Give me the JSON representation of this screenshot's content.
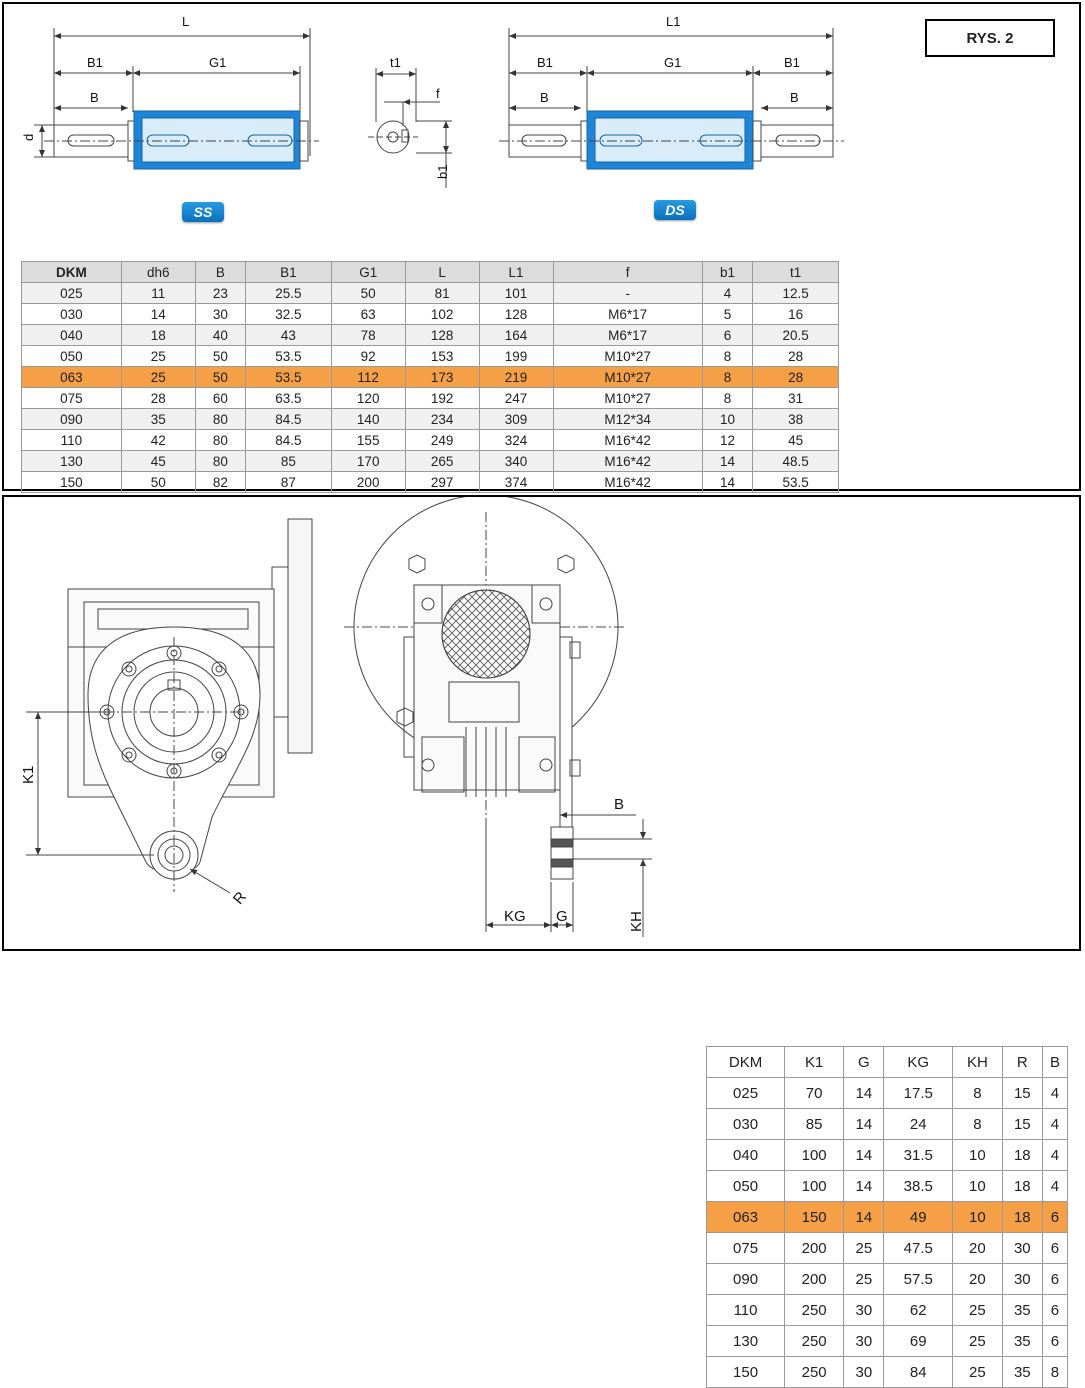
{
  "top": {
    "figure_label": "RYS. 2",
    "ss_badge": "SS",
    "ds_badge": "DS",
    "dims": {
      "L": "L",
      "B1": "B1",
      "G1": "G1",
      "B": "B",
      "d": "d",
      "t1": "t1",
      "f": "f",
      "b1": "b1",
      "L1": "L1"
    },
    "shaft_table": {
      "headers": [
        "DKM",
        "dh6",
        "B",
        "B1",
        "G1",
        "L",
        "L1",
        "f",
        "b1",
        "t1"
      ],
      "rows": [
        [
          "025",
          "11",
          "23",
          "25.5",
          "50",
          "81",
          "101",
          "-",
          "4",
          "12.5"
        ],
        [
          "030",
          "14",
          "30",
          "32.5",
          "63",
          "102",
          "128",
          "M6*17",
          "5",
          "16"
        ],
        [
          "040",
          "18",
          "40",
          "43",
          "78",
          "128",
          "164",
          "M6*17",
          "6",
          "20.5"
        ],
        [
          "050",
          "25",
          "50",
          "53.5",
          "92",
          "153",
          "199",
          "M10*27",
          "8",
          "28"
        ],
        [
          "063",
          "25",
          "50",
          "53.5",
          "112",
          "173",
          "219",
          "M10*27",
          "8",
          "28"
        ],
        [
          "075",
          "28",
          "60",
          "63.5",
          "120",
          "192",
          "247",
          "M10*27",
          "8",
          "31"
        ],
        [
          "090",
          "35",
          "80",
          "84.5",
          "140",
          "234",
          "309",
          "M12*34",
          "10",
          "38"
        ],
        [
          "110",
          "42",
          "80",
          "84.5",
          "155",
          "249",
          "324",
          "M16*42",
          "12",
          "45"
        ],
        [
          "130",
          "45",
          "80",
          "85",
          "170",
          "265",
          "340",
          "M16*42",
          "14",
          "48.5"
        ],
        [
          "150",
          "50",
          "82",
          "87",
          "200",
          "297",
          "374",
          "M16*42",
          "14",
          "53.5"
        ]
      ],
      "highlight_row": "063"
    }
  },
  "bottom": {
    "dims": {
      "K1": "K1",
      "R": "R",
      "B": "B",
      "KG": "KG",
      "G": "G",
      "KH": "KH"
    },
    "arm_table": {
      "headers": [
        "DKM",
        "K1",
        "G",
        "KG",
        "KH",
        "R",
        "B"
      ],
      "rows": [
        [
          "025",
          "70",
          "14",
          "17.5",
          "8",
          "15",
          "4"
        ],
        [
          "030",
          "85",
          "14",
          "24",
          "8",
          "15",
          "4"
        ],
        [
          "040",
          "100",
          "14",
          "31.5",
          "10",
          "18",
          "4"
        ],
        [
          "050",
          "100",
          "14",
          "38.5",
          "10",
          "18",
          "4"
        ],
        [
          "063",
          "150",
          "14",
          "49",
          "10",
          "18",
          "6"
        ],
        [
          "075",
          "200",
          "25",
          "47.5",
          "20",
          "30",
          "6"
        ],
        [
          "090",
          "200",
          "25",
          "57.5",
          "20",
          "30",
          "6"
        ],
        [
          "110",
          "250",
          "30",
          "62",
          "25",
          "35",
          "6"
        ],
        [
          "130",
          "250",
          "30",
          "69",
          "25",
          "35",
          "6"
        ],
        [
          "150",
          "250",
          "30",
          "84",
          "25",
          "35",
          "8"
        ]
      ],
      "highlight_row": "063"
    }
  },
  "colors": {
    "shaft_blue": "#1e86d8",
    "highlight": "#f5a046",
    "header_gray": "#dcdcdc"
  }
}
